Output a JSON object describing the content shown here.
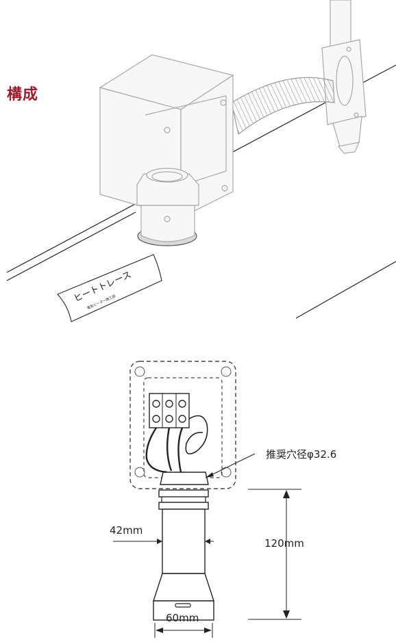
{
  "section_title": "構成",
  "label": {
    "main_text": "ヒートトレース",
    "sub_text": "電気ヒーター施工部"
  },
  "dimensions": {
    "hole_note": "推奨穴径φ32.6",
    "width_42": "42mm",
    "height_120": "120mm",
    "width_60": "60mm"
  },
  "colors": {
    "title": "#a31a2c"
  }
}
